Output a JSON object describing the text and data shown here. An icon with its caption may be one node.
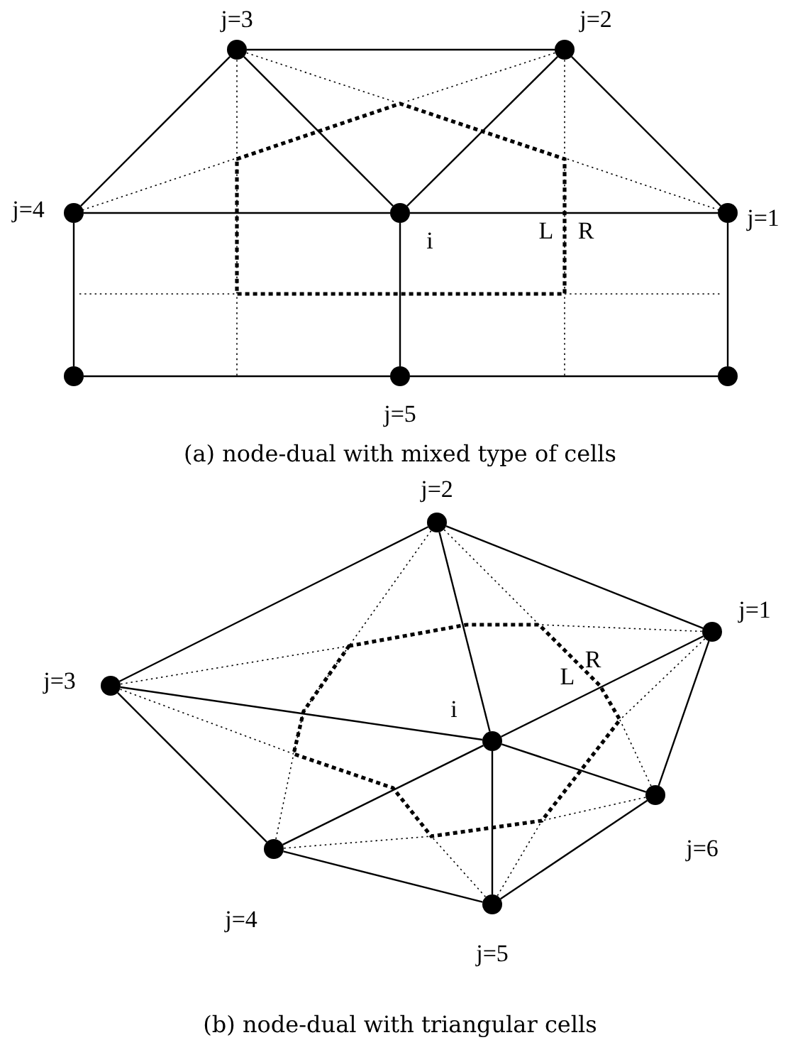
{
  "diagram": {
    "nodes": [
      {
        "text": [
          "j=3"
        ]
      },
      {
        "text": [
          "j=2"
        ]
      },
      {
        "text": [
          "j=4"
        ]
      },
      {
        "text": [
          "i"
        ]
      },
      {
        "text": [
          "j=1"
        ]
      },
      {
        "text": [],
        "shape": "circle"
      },
      {
        "text": [
          "j=5"
        ]
      },
      {
        "text": [],
        "shape": "circle"
      },
      {
        "text": [
          "j=2"
        ]
      },
      {
        "text": [
          "j=1"
        ]
      },
      {
        "text": [
          "j=3"
        ]
      },
      {
        "text": [
          "i"
        ]
      },
      {
        "text": [
          "j=6"
        ]
      },
      {
        "text": [
          "j=4"
        ]
      },
      {
        "text": [
          "j=5"
        ]
      }
    ],
    "edges": [
      {
        "from": 0,
        "to": 1,
        "arrow": "none"
      },
      {
        "from": 0,
        "to": 2,
        "arrow": "none"
      },
      {
        "from": 0,
        "to": 3,
        "arrow": "none"
      },
      {
        "from": 1,
        "to": 3,
        "arrow": "none"
      },
      {
        "from": 1,
        "to": 4,
        "arrow": "none"
      },
      {
        "from": 2,
        "to": 3,
        "arrow": "none"
      },
      {
        "from": 3,
        "to": 4,
        "arrow": "none"
      },
      {
        "from": 2,
        "to": 5,
        "arrow": "none"
      },
      {
        "from": 5,
        "to": 6,
        "arrow": "none"
      },
      {
        "from": 6,
        "to": 7,
        "arrow": "none"
      },
      {
        "from": 7,
        "to": 4,
        "arrow": "none"
      },
      {
        "from": 3,
        "to": 6,
        "arrow": "none"
      },
      {
        "from": 8,
        "to": 9,
        "arrow": "none"
      },
      {
        "from": 8,
        "to": 10,
        "arrow": "none"
      },
      {
        "from": 8,
        "to": 11,
        "arrow": "none"
      },
      {
        "from": 9,
        "to": 11,
        "arrow": "none"
      },
      {
        "from": 9,
        "to": 12,
        "arrow": "none"
      },
      {
        "from": 10,
        "to": 11,
        "arrow": "none"
      },
      {
        "from": 10,
        "to": 13,
        "arrow": "none"
      },
      {
        "from": 11,
        "to": 12,
        "arrow": "none"
      },
      {
        "from": 11,
        "to": 13,
        "arrow": "none"
      },
      {
        "from": 11,
        "to": 14,
        "arrow": "none"
      },
      {
        "from": 13,
        "to": 14,
        "arrow": "none"
      },
      {
        "from": 14,
        "to": 12,
        "arrow": "none"
      }
    ],
    "labels": [
      "L",
      "R",
      "(a) node-dual with mixed type of cells",
      "L",
      "R",
      "(b) node-dual with triangular cells"
    ]
  }
}
